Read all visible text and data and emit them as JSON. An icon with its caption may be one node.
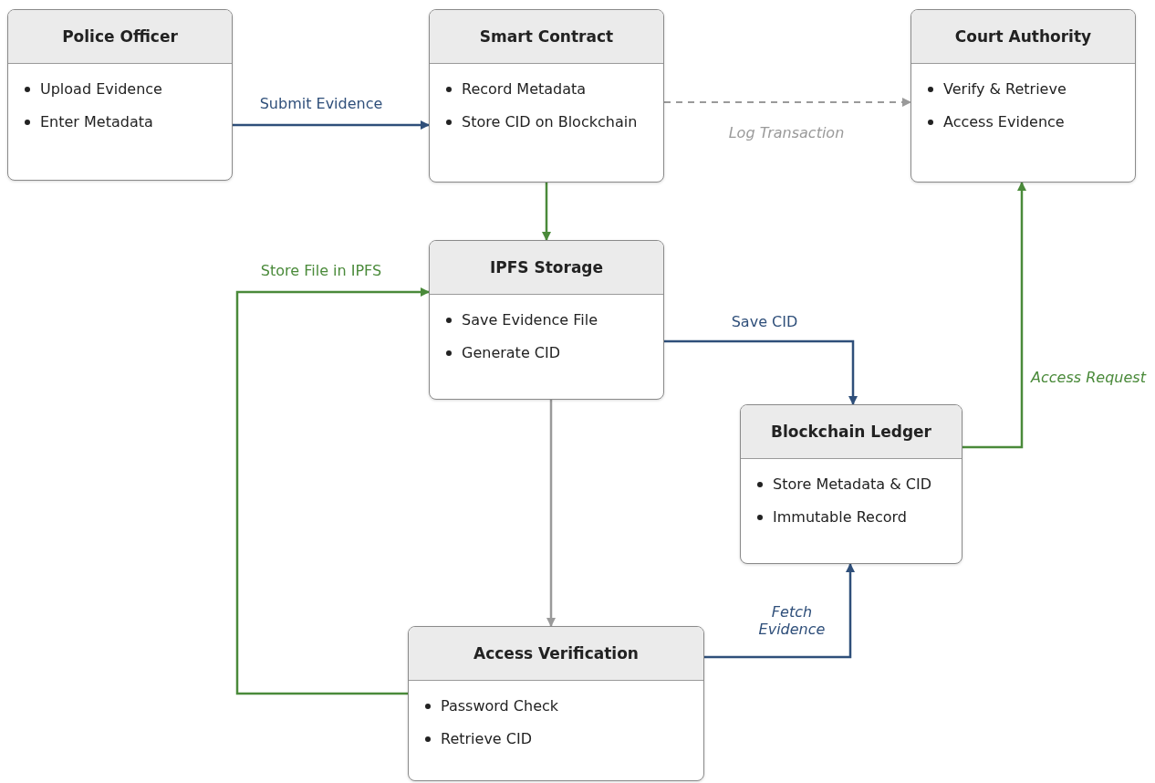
{
  "diagram": {
    "nodes": [
      {
        "text": [
          "Police Officer",
          "Upload Evidence",
          "Enter Metadata"
        ]
      },
      {
        "text": [
          "Smart Contract",
          "Record Metadata",
          "Store CID on Blockchain"
        ]
      },
      {
        "text": [
          "Court Authority",
          "Verify & Retrieve",
          "Access Evidence"
        ]
      },
      {
        "text": [
          "IPFS Storage",
          "Save Evidence File",
          "Generate CID"
        ]
      },
      {
        "text": [
          "Blockchain Ledger",
          "Store Metadata & CID",
          "Immutable Record"
        ]
      },
      {
        "text": [
          "Access Verification",
          "Password Check",
          "Retrieve CID"
        ]
      }
    ],
    "edges": [
      {
        "from": 0,
        "to": 1,
        "arrow": "to",
        "label": "Submit Evidence",
        "color": "#2f4f7a"
      },
      {
        "from": 1,
        "to": 2,
        "arrow": "to",
        "label": "Log Transaction",
        "style": "dashed",
        "color": "#9a9a9a"
      },
      {
        "from": 1,
        "to": 3,
        "arrow": "to",
        "color": "#4a8a3a"
      },
      {
        "from": 5,
        "to": 3,
        "arrow": "to",
        "label": "Store File in IPFS",
        "color": "#4a8a3a"
      },
      {
        "from": 3,
        "to": 4,
        "arrow": "to",
        "label": "Save CID",
        "color": "#2f4f7a"
      },
      {
        "from": 3,
        "to": 5,
        "arrow": "to",
        "color": "#9a9a9a"
      },
      {
        "from": 5,
        "to": 4,
        "arrow": "to",
        "label": "Fetch Evidence",
        "color": "#2f4f7a"
      },
      {
        "from": 4,
        "to": 2,
        "arrow": "to",
        "label": "Access Request",
        "color": "#4a8a3a"
      }
    ]
  }
}
